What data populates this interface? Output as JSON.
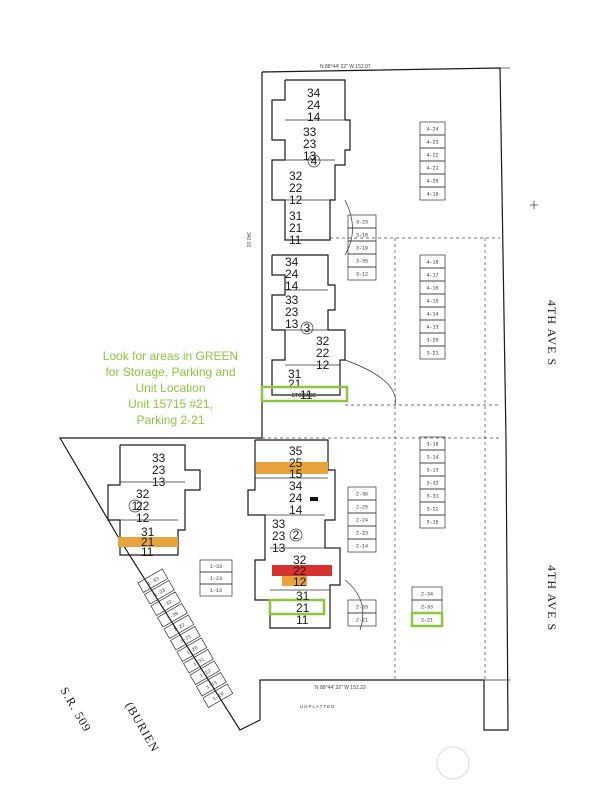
{
  "legend_note": {
    "line1": "Look for areas in  GREEN",
    "line2": "for Storage, Parking and",
    "line3": "Unit Location",
    "line4": "Unit 15715 #21,",
    "line5": "Parking 2-21"
  },
  "streets": {
    "fourth_ave_top": "4TH AVE S",
    "fourth_ave_bottom": "4TH AVE S",
    "sr509": "S.R. 509",
    "burien": "(BURIEN",
    "unplatted": "UNPLATTED"
  },
  "bearings": {
    "top": "N 88°44' 22\" W 152.07",
    "bottom": "N 88°44' 22\" W 152.22",
    "mid": "340.01"
  },
  "buildings": {
    "b4": {
      "number": "4",
      "units": [
        "34",
        "24",
        "14",
        "33",
        "23",
        "13",
        "32",
        "22",
        "12",
        "31",
        "21",
        "11"
      ]
    },
    "b3": {
      "number": "3",
      "units": [
        "34",
        "24",
        "14",
        "33",
        "23",
        "13",
        "32",
        "22",
        "12",
        "31",
        "21",
        "11"
      ]
    },
    "b1": {
      "number": "1",
      "units": [
        "33",
        "23",
        "13",
        "32",
        "22",
        "12",
        "31",
        "21",
        "11"
      ]
    },
    "b2": {
      "number": "2",
      "units": [
        "35",
        "25",
        "15",
        "34",
        "24",
        "14",
        "33",
        "23",
        "13",
        "32",
        "22",
        "12",
        "31",
        "21",
        "11"
      ]
    }
  },
  "storage_label": "STORAGE",
  "parking": {
    "col_a": [
      "4-24",
      "4-23",
      "4-22",
      "4-21",
      "4-20",
      "4-19"
    ],
    "col_b": [
      "4-18",
      "4-17",
      "4-16",
      "4-15",
      "4-14",
      "4-13",
      "3-20",
      "3-21"
    ],
    "col_c": [
      "3-23",
      "3-18",
      "3-19",
      "3-35",
      "3-12"
    ],
    "col_d": [
      "3-16",
      "3-14",
      "3-13",
      "3-32",
      "3-31",
      "3-22",
      "3-15"
    ],
    "col_e": [
      "2-36",
      "2-25",
      "2-24",
      "2-23",
      "2-14"
    ],
    "col_f": [
      "2-34",
      "2-33",
      "2-21"
    ],
    "col_g": [
      "2-33",
      "2-21"
    ],
    "col_h": [
      "1-33",
      "1-23",
      "1-32",
      "1-30",
      "1-22",
      "1-21",
      "1-20",
      "1-31",
      "1-12",
      "1-11",
      "1-10"
    ],
    "col_i": [
      "1-33",
      "1-23",
      "1-13"
    ]
  },
  "highlights": {
    "green": "#8cc63f",
    "orange": "#e8a33c",
    "red": "#d8322f"
  }
}
